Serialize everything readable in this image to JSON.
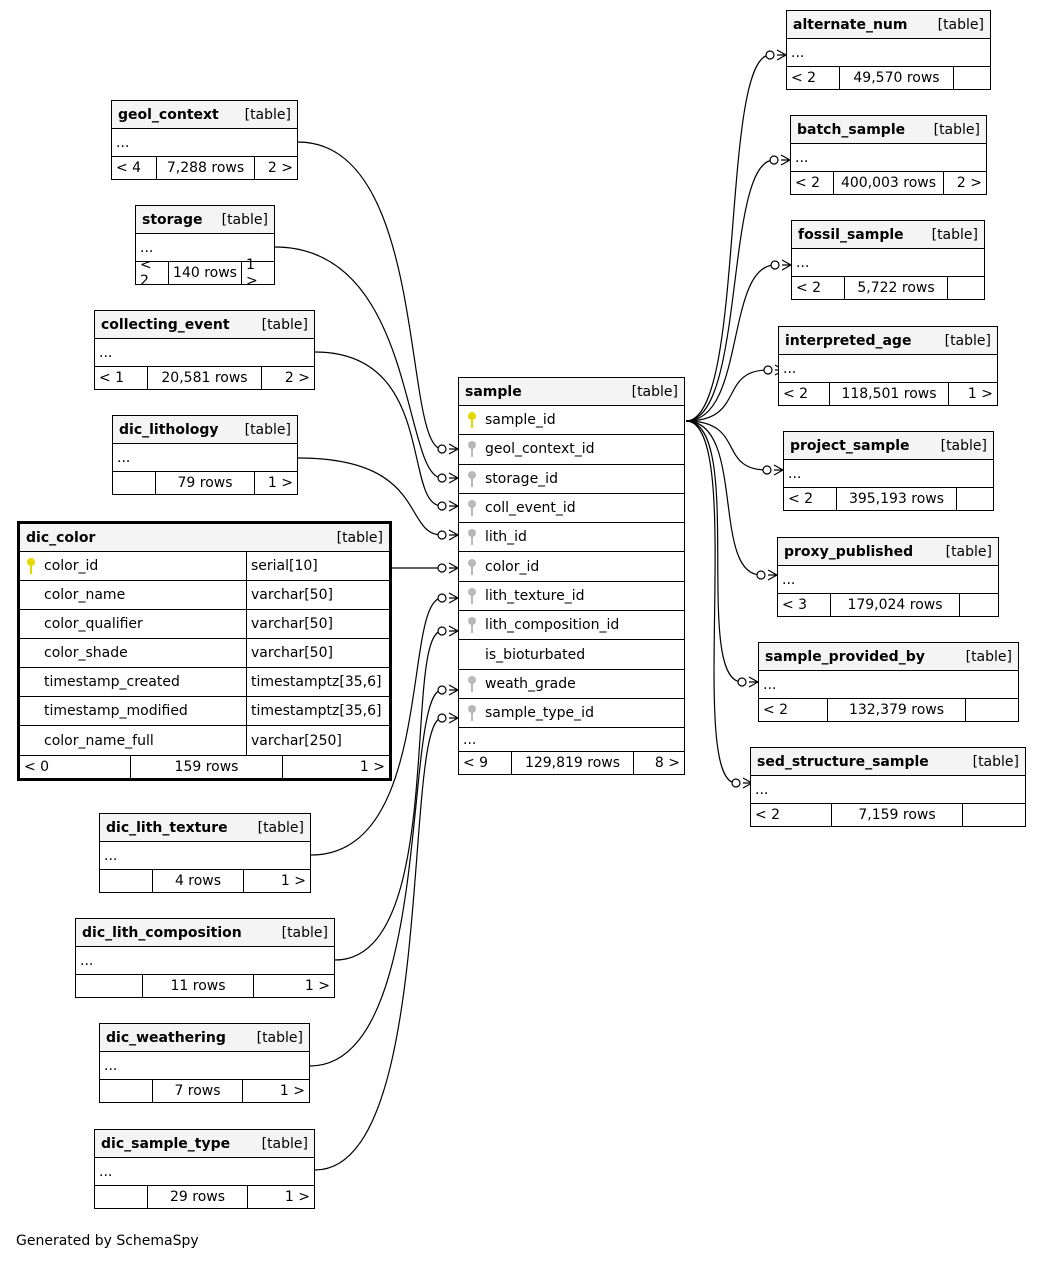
{
  "footer": {
    "generated_by": "Generated by SchemaSpy"
  },
  "type_label": "[table]",
  "ellipsis": "...",
  "tables": {
    "geol_context": {
      "name": "geol_context",
      "parents": "< 4",
      "rows": "7,288 rows",
      "children": "2 >"
    },
    "storage": {
      "name": "storage",
      "parents": "< 2",
      "rows": "140 rows",
      "children": "1 >"
    },
    "collecting_event": {
      "name": "collecting_event",
      "parents": "< 1",
      "rows": "20,581 rows",
      "children": "2 >"
    },
    "dic_lithology": {
      "name": "dic_lithology",
      "parents": "",
      "rows": "79 rows",
      "children": "1 >"
    },
    "dic_color": {
      "name": "dic_color",
      "parents": "< 0",
      "rows": "159 rows",
      "children": "1 >",
      "columns": [
        {
          "name": "color_id",
          "type": "serial[10]",
          "key": "pk"
        },
        {
          "name": "color_name",
          "type": "varchar[50]",
          "key": ""
        },
        {
          "name": "color_qualifier",
          "type": "varchar[50]",
          "key": ""
        },
        {
          "name": "color_shade",
          "type": "varchar[50]",
          "key": ""
        },
        {
          "name": "timestamp_created",
          "type": "timestamptz[35,6]",
          "key": ""
        },
        {
          "name": "timestamp_modified",
          "type": "timestamptz[35,6]",
          "key": ""
        },
        {
          "name": "color_name_full",
          "type": "varchar[250]",
          "key": ""
        }
      ]
    },
    "dic_lith_texture": {
      "name": "dic_lith_texture",
      "parents": "",
      "rows": "4 rows",
      "children": "1 >"
    },
    "dic_lith_composition": {
      "name": "dic_lith_composition",
      "parents": "",
      "rows": "11 rows",
      "children": "1 >"
    },
    "dic_weathering": {
      "name": "dic_weathering",
      "parents": "",
      "rows": "7 rows",
      "children": "1 >"
    },
    "dic_sample_type": {
      "name": "dic_sample_type",
      "parents": "",
      "rows": "29 rows",
      "children": "1 >"
    },
    "sample": {
      "name": "sample",
      "parents": "< 9",
      "rows": "129,819 rows",
      "children": "8 >",
      "columns": [
        {
          "name": "sample_id",
          "key": "pk"
        },
        {
          "name": "geol_context_id",
          "key": "fk"
        },
        {
          "name": "storage_id",
          "key": "fk"
        },
        {
          "name": "coll_event_id",
          "key": "fk"
        },
        {
          "name": "lith_id",
          "key": "fk"
        },
        {
          "name": "color_id",
          "key": "fk"
        },
        {
          "name": "lith_texture_id",
          "key": "fk"
        },
        {
          "name": "lith_composition_id",
          "key": "fk"
        },
        {
          "name": "is_bioturbated",
          "key": ""
        },
        {
          "name": "weath_grade",
          "key": "fk"
        },
        {
          "name": "sample_type_id",
          "key": "fk"
        }
      ]
    },
    "alternate_num": {
      "name": "alternate_num",
      "parents": "< 2",
      "rows": "49,570 rows",
      "children": ""
    },
    "batch_sample": {
      "name": "batch_sample",
      "parents": "< 2",
      "rows": "400,003 rows",
      "children": "2 >"
    },
    "fossil_sample": {
      "name": "fossil_sample",
      "parents": "< 2",
      "rows": "5,722 rows",
      "children": ""
    },
    "interpreted_age": {
      "name": "interpreted_age",
      "parents": "< 2",
      "rows": "118,501 rows",
      "children": "1 >"
    },
    "project_sample": {
      "name": "project_sample",
      "parents": "< 2",
      "rows": "395,193 rows",
      "children": ""
    },
    "proxy_published": {
      "name": "proxy_published",
      "parents": "< 3",
      "rows": "179,024 rows",
      "children": ""
    },
    "sample_provided_by": {
      "name": "sample_provided_by",
      "parents": "< 2",
      "rows": "132,379 rows",
      "children": ""
    },
    "sed_structure_sample": {
      "name": "sed_structure_sample",
      "parents": "< 2",
      "rows": "7,159 rows",
      "children": ""
    }
  }
}
